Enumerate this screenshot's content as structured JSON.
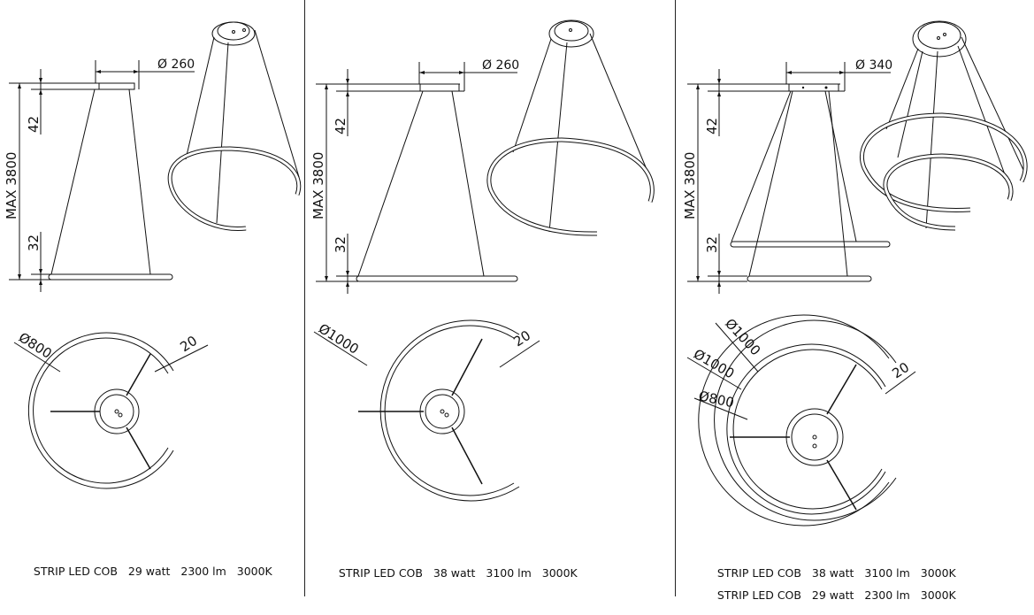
{
  "panels": [
    {
      "id": "single-800",
      "height_dim": "MAX 3800",
      "top_dim": "42",
      "bottom_dim": "32",
      "canopy_dim": "Ø 260",
      "ring_dims": [
        "Ø800"
      ],
      "width_dim": "20",
      "specs": [
        {
          "type": "STRIP LED COB",
          "power": "29 watt",
          "lumen": "2300 lm",
          "cct": "3000K"
        }
      ]
    },
    {
      "id": "single-1000",
      "height_dim": "MAX 3800",
      "top_dim": "42",
      "bottom_dim": "32",
      "canopy_dim": "Ø 260",
      "ring_dims": [
        "Ø1000"
      ],
      "width_dim": "20",
      "specs": [
        {
          "type": "STRIP LED COB",
          "power": "38 watt",
          "lumen": "3100 lm",
          "cct": "3000K"
        }
      ]
    },
    {
      "id": "double-1000-800",
      "height_dim": "MAX 3800",
      "top_dim": "42",
      "bottom_dim": "32",
      "canopy_dim": "Ø 340",
      "ring_dims": [
        "Ø1000",
        "Ø1000",
        "Ø800"
      ],
      "width_dim": "20",
      "specs": [
        {
          "type": "STRIP LED COB",
          "power": "38 watt",
          "lumen": "3100 lm",
          "cct": "3000K"
        },
        {
          "type": "STRIP LED COB",
          "power": "29 watt",
          "lumen": "2300 lm",
          "cct": "3000K"
        }
      ]
    }
  ],
  "colors": {
    "line": "#111111",
    "background": "#ffffff"
  }
}
